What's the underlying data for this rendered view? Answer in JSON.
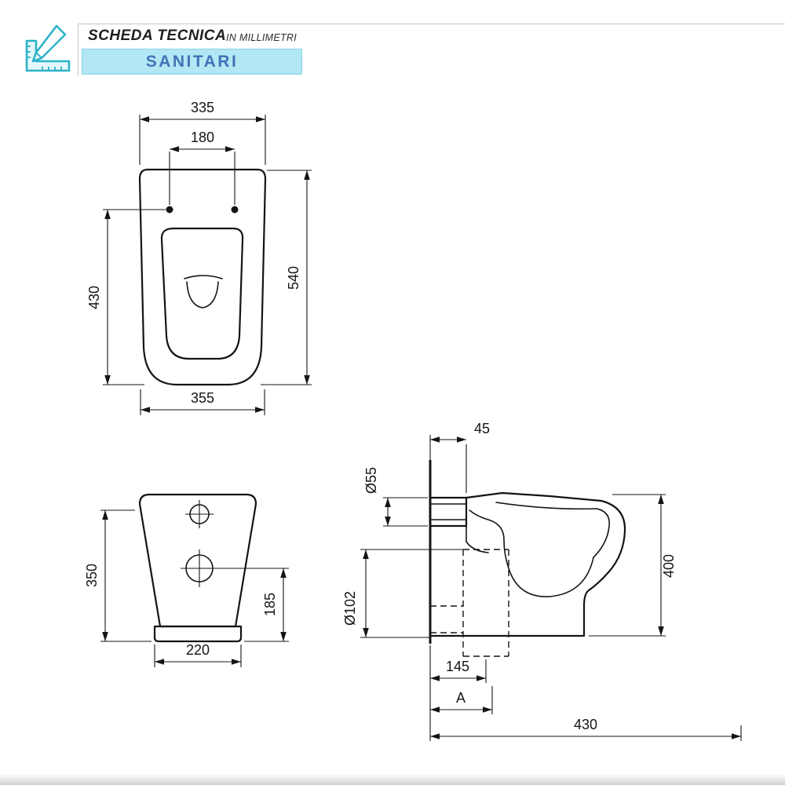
{
  "header": {
    "title": "SCHEDA TECNICA",
    "subtitle": "IN MILLIMETRI",
    "badge": "SANITARI"
  },
  "colors": {
    "accent_teal": "#2cb3c9",
    "badge_bg": "#b2e7f3",
    "badge_border": "#84d2e6",
    "badge_text": "#4273b9",
    "line": "#141414"
  },
  "top_view": {
    "width_top": "335",
    "hinge_spacing": "180",
    "depth_from_hinges": "430",
    "depth_total": "540",
    "width_bottom": "355"
  },
  "front_view": {
    "height": "350",
    "outlet_center_height": "185",
    "base_width": "220"
  },
  "side_view": {
    "inlet_projection": "45",
    "inlet_diameter": "Ø55",
    "outlet_diameter": "Ø102",
    "height_total": "400",
    "outlet_wall_distance": "145",
    "dim_a": "A",
    "depth_total": "430"
  }
}
